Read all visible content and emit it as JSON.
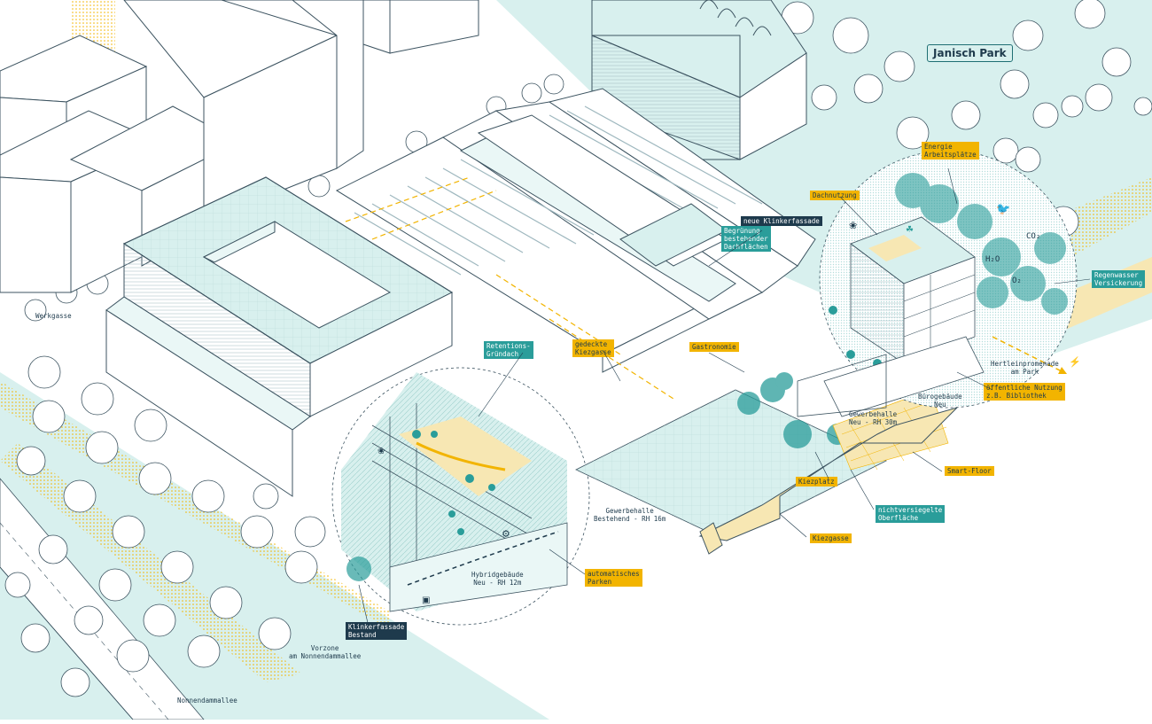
{
  "colors": {
    "teal": "#2a9d9a",
    "teal_dark": "#1f6f73",
    "mint": "#d8f0ee",
    "mint_light": "#eaf7f6",
    "ochre": "#f2b400",
    "sand": "#f7e7b3",
    "navy": "#1e3a4c",
    "line": "#3c5360",
    "white": "#ffffff"
  },
  "park": {
    "title": "Janisch Park"
  },
  "labels": {
    "energie": [
      "Energie",
      "Arbeitsplätze"
    ],
    "dachnutzung": "Dachnutzung",
    "neue_klinker": "neue Klinkerfassade",
    "begruenung": [
      "Begrünung",
      "bestehender",
      "Dachflächen"
    ],
    "regenwasser": [
      "Regenwasser",
      "Versickerung"
    ],
    "retention": [
      "Retentions-",
      "Gründach"
    ],
    "gedeckte": [
      "gedeckte",
      "Kiezgasse"
    ],
    "gastro": "Gastronomie",
    "werkgasse": "Werkgasse",
    "hertlein": [
      "Hertleinpromenade",
      "am Park"
    ],
    "oeffentliche": [
      "öffentliche Nutzung",
      "z.B. Bibliothek"
    ],
    "buero": [
      "Bürogebäude",
      "Neu"
    ],
    "gewerbe_neu": [
      "Gewerbehalle",
      "Neu - RH 30m"
    ],
    "smart_floor": "Smart-Floor",
    "kiezplatz": "Kiezplatz",
    "gewerbe_bestand": [
      "Gewerbehalle",
      "Bestehend - RH 16m"
    ],
    "nicht": [
      "nichtversiegelte",
      "Oberfläche"
    ],
    "kiezgasse": "Kiezgasse",
    "auto": [
      "automatisches",
      "Parken"
    ],
    "hybrid": [
      "Hybridgebäude",
      "Neu - RH 12m"
    ],
    "klinker_bestand": [
      "Klinkerfassade",
      "Bestand"
    ],
    "vorzone": [
      "Vorzone",
      "am Nonnendammallee"
    ],
    "nonnendamm": "Nonnendammallee"
  },
  "molecules": {
    "co2": "CO₂",
    "h2o": "H₂O",
    "o2": "O₂"
  },
  "icons": [
    "bird-icon",
    "butterfly-icon",
    "leaf-icon",
    "car-icon",
    "bicycle-icon",
    "ev-charging-icon",
    "plant-icon"
  ]
}
